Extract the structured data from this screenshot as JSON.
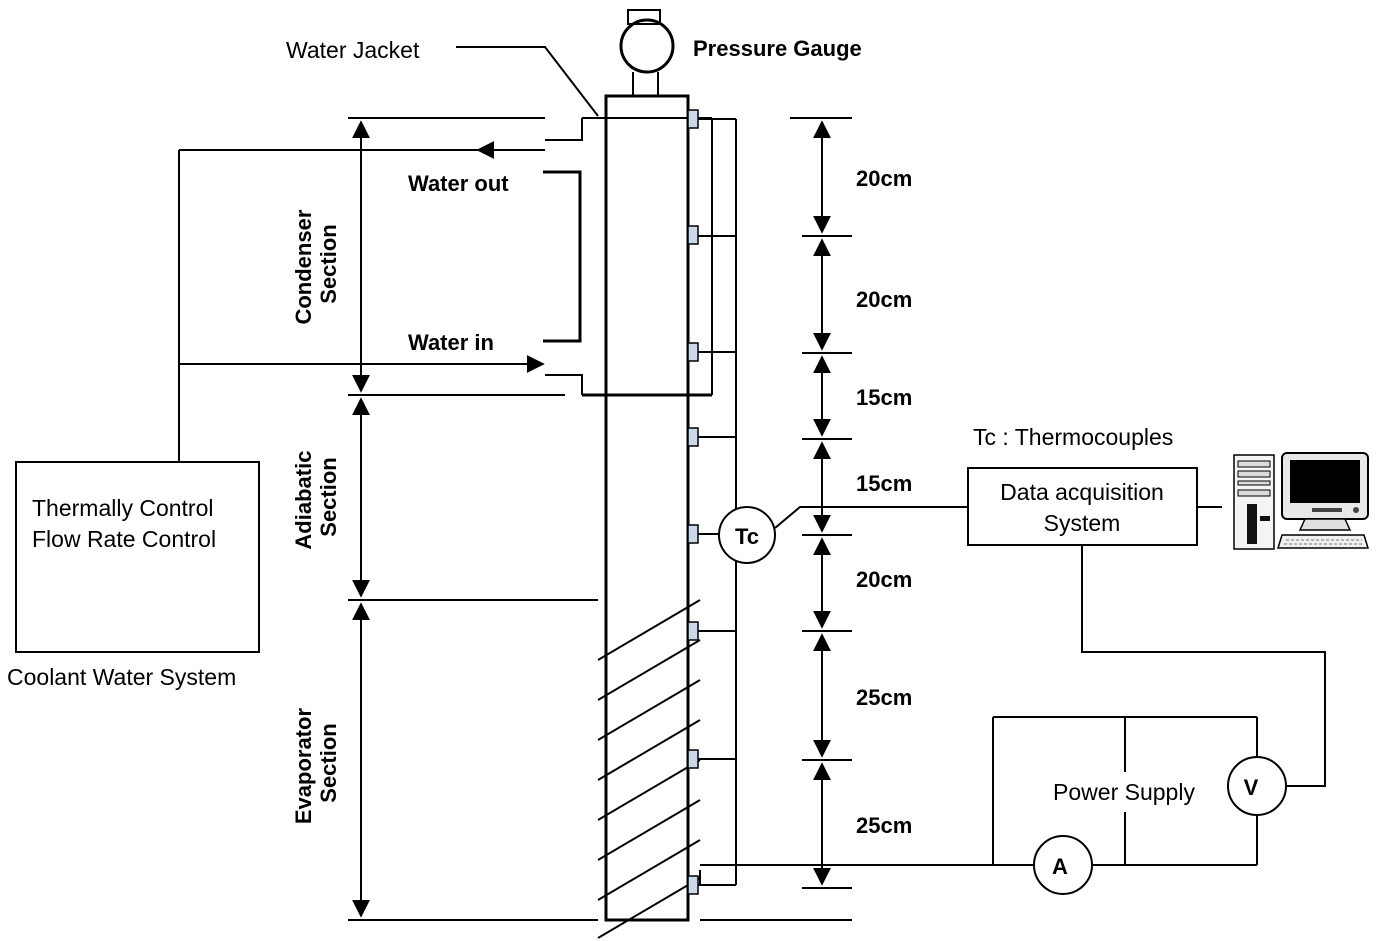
{
  "labels": {
    "water_jacket": "Water Jacket",
    "pressure_gauge": "Pressure Gauge",
    "water_out": "Water out",
    "water_in": "Water in",
    "condenser_section": [
      "Condenser",
      "Section"
    ],
    "adiabatic_section": [
      "Adiabatic",
      "Section"
    ],
    "evaporator_section": [
      "Evaporator",
      "Section"
    ],
    "control_box": [
      "Thermally Control",
      "Flow Rate Control"
    ],
    "coolant_system": "Coolant Water System",
    "tc_legend": "Tc : Thermocouples",
    "daq": [
      "Data acquisition",
      "System"
    ],
    "tc_node": "Tc",
    "power_supply": "Power Supply",
    "voltmeter": "V",
    "ammeter": "A"
  },
  "spacings": [
    "20cm",
    "20cm",
    "15cm",
    "15cm",
    "20cm",
    "25cm",
    "25cm"
  ]
}
